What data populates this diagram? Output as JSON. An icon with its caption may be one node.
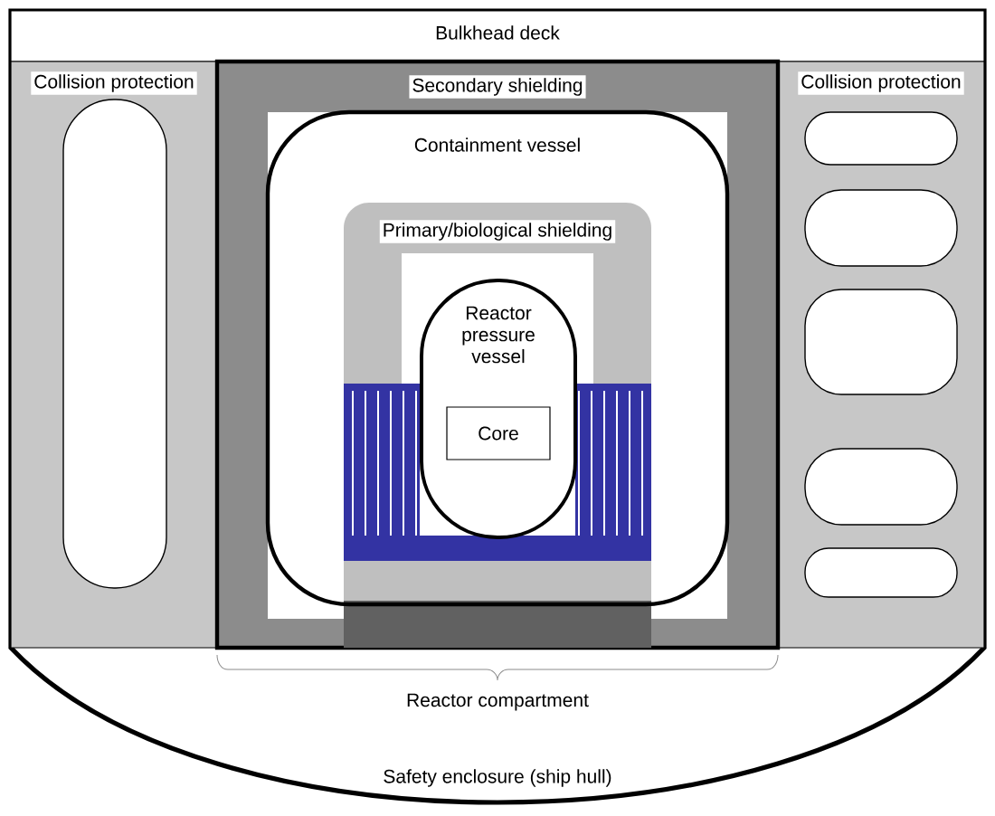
{
  "diagram": {
    "nodes": [
      {
        "text": [
          "Safety enclosure (ship hull)"
        ]
      },
      {
        "text": [
          "Bulkhead deck"
        ],
        "in": 0
      },
      {
        "text": [
          "Collision protection"
        ],
        "in": 0
      },
      {
        "text": [],
        "shape": "box",
        "in": 2
      },
      {
        "text": [
          "Secondary shielding"
        ],
        "in": 0
      },
      {
        "text": [
          "Containment vessel"
        ],
        "in": 4
      },
      {
        "text": [
          "Primary/biological shielding"
        ],
        "in": 4
      },
      {
        "text": [
          "Reactor pressure vessel"
        ],
        "in": 6
      },
      {
        "text": [
          "Core"
        ],
        "in": 7
      },
      {
        "text": [
          "Collision protection"
        ],
        "in": 0
      },
      {
        "text": [],
        "shape": "box",
        "in": 9
      },
      {
        "text": [],
        "shape": "box",
        "in": 9
      },
      {
        "text": [],
        "shape": "box",
        "in": 9
      },
      {
        "text": [],
        "shape": "box",
        "in": 9
      },
      {
        "text": [],
        "shape": "box",
        "in": 9
      }
    ],
    "labels": [
      "Reactor compartment"
    ]
  }
}
